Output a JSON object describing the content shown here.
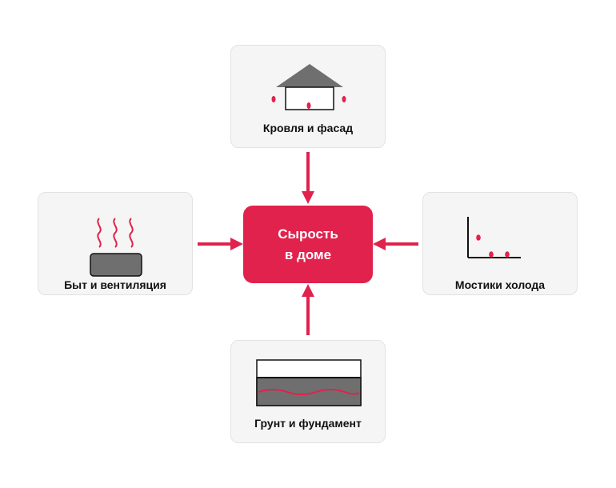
{
  "center": {
    "line1": "Сырость",
    "line2": "в доме"
  },
  "cards": {
    "roof": {
      "label": "Кровля и фасад",
      "icon": "house-icon"
    },
    "household": {
      "label": "Быт и вентиляция",
      "icon": "steam-icon"
    },
    "bridges": {
      "label": "Мостики холода",
      "icon": "cold-bridge-chart-icon"
    },
    "ground": {
      "label": "Грунт и фундамент",
      "icon": "ground-water-icon"
    }
  },
  "colors": {
    "accent": "#e0224d",
    "card_bg": "#f5f5f5",
    "card_border": "#e2e2e2",
    "icon_gray": "#6f6f6f",
    "text": "#111111"
  }
}
